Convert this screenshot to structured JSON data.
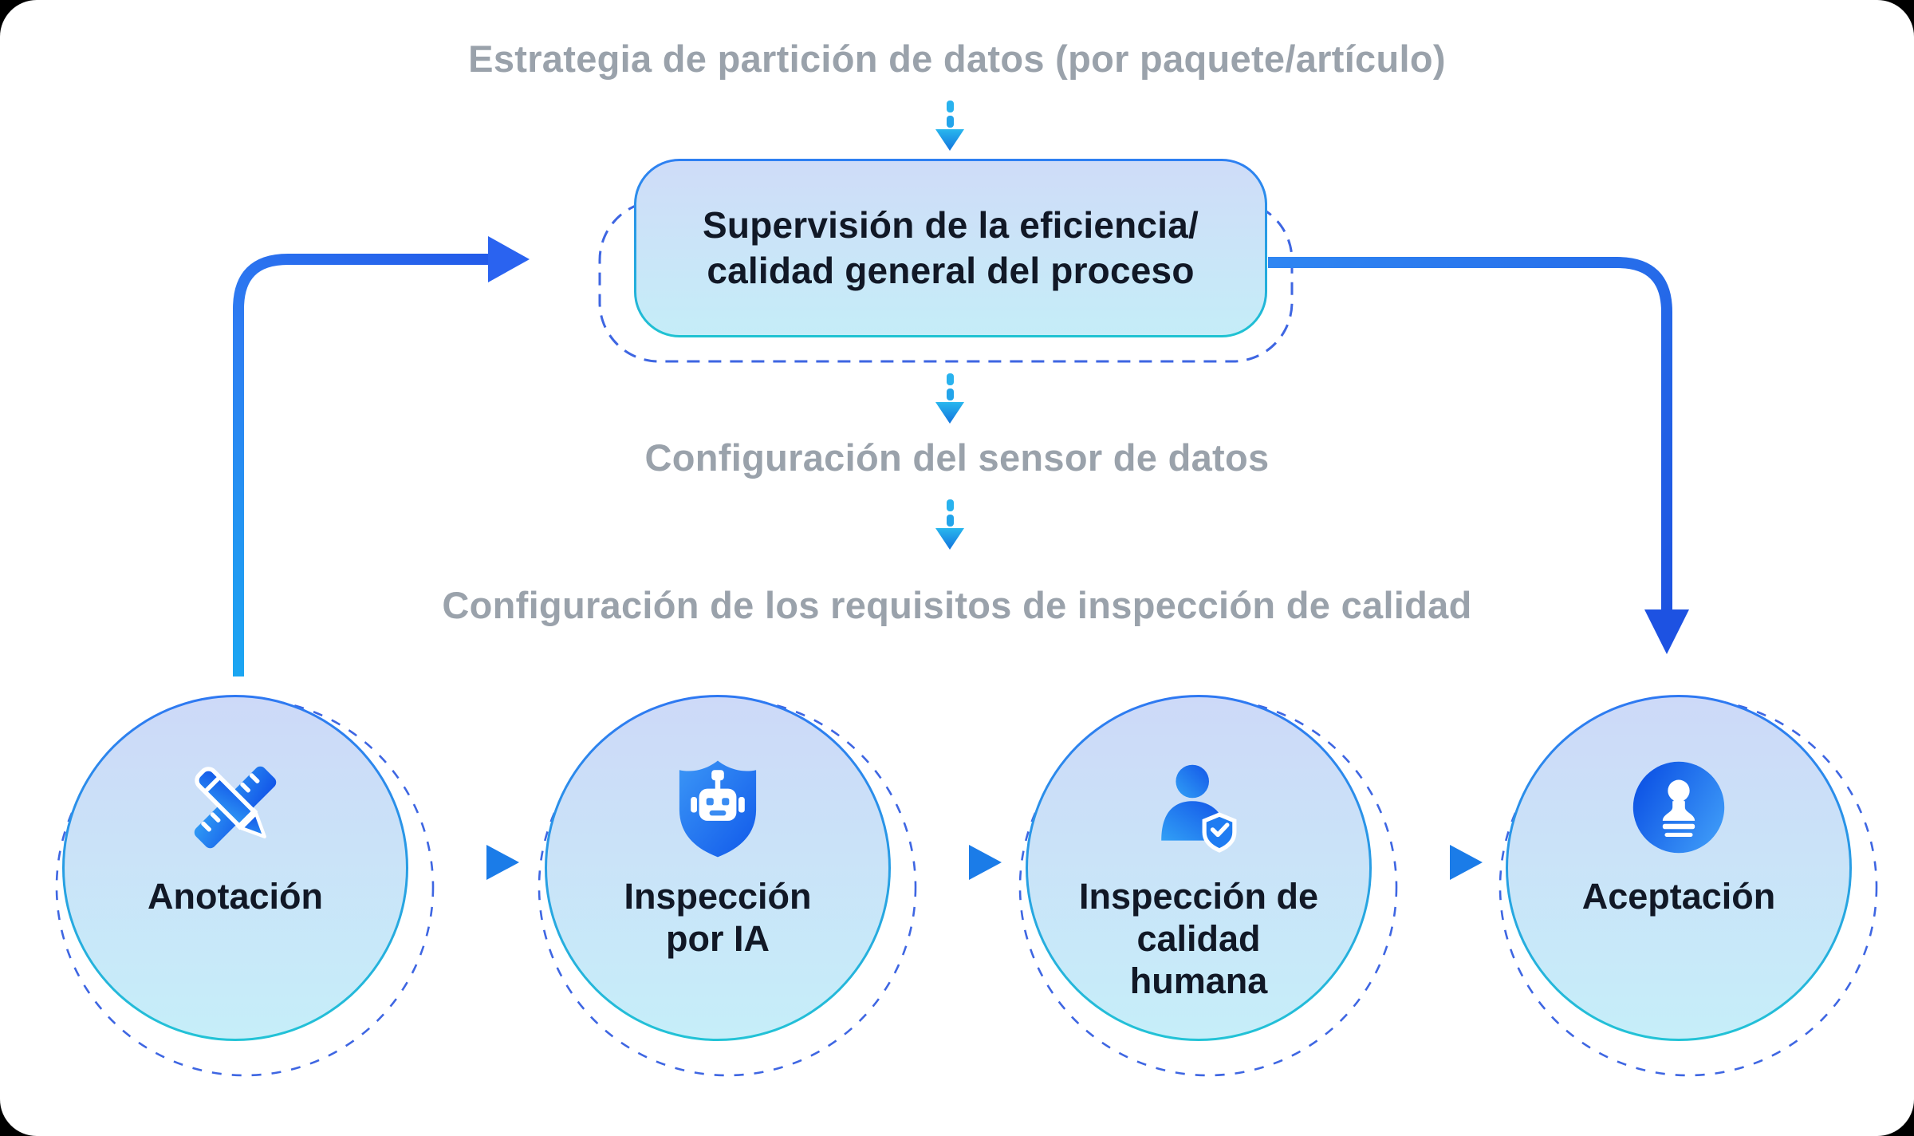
{
  "background": {
    "outer": "#000000",
    "surface": "#ffffff"
  },
  "palette": {
    "gray_label": "#9aa2ab",
    "text_dark": "#111826",
    "arrow_royal_blue": "#2257e8",
    "arrow_azure": "#1ba6f2",
    "dashed_outline_blue": "#3e66e2",
    "node_border_top": "#2e78f2",
    "node_border_bottom": "#22c3d6",
    "node_fill_top": "#cdd9f8",
    "node_fill_bottom": "#c6eef9",
    "icon_blue_dark": "#1254e8",
    "icon_blue_light": "#2f9af5"
  },
  "labels": {
    "partition": "Estrategia de partición de datos (por paquete/artículo)",
    "sensor": "Configuración del sensor de datos",
    "requirements": "Configuración de los requisitos de inspección de calidad"
  },
  "supervision": {
    "line1": "Supervisión de la eficiencia/",
    "line2": "calidad general del proceso"
  },
  "stages": [
    {
      "label": "Anotación",
      "icon": "pencil-ruler-icon"
    },
    {
      "label": "Inspección\npor IA",
      "icon": "shield-robot-icon"
    },
    {
      "label": "Inspección de\ncalidad\nhumana",
      "icon": "person-shield-check-icon"
    },
    {
      "label": "Aceptación",
      "icon": "stamp-icon"
    }
  ]
}
